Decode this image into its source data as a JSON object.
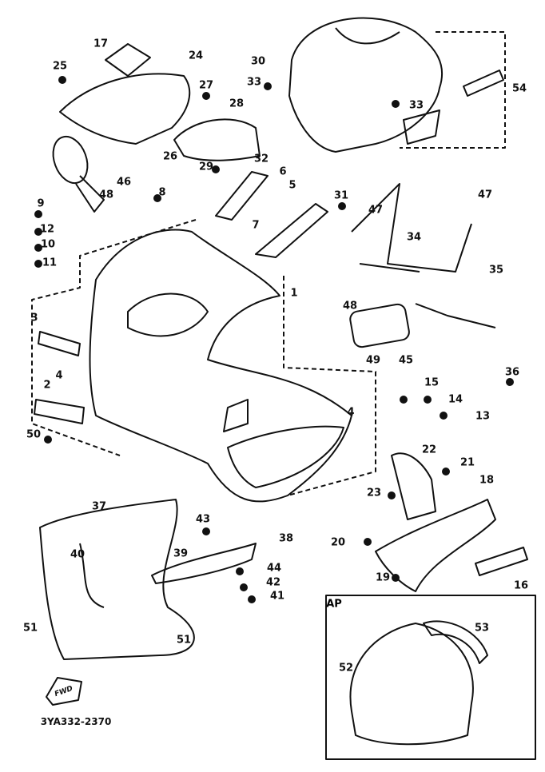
{
  "diagram": {
    "drawing_code": "3YA332-2370",
    "inset_label": "AP",
    "fwd_arrow_label": "FWD",
    "callouts": [
      "17",
      "24",
      "25",
      "27",
      "30",
      "33",
      "33",
      "54",
      "28",
      "46",
      "26",
      "32",
      "29",
      "6",
      "8",
      "9",
      "48",
      "5",
      "7",
      "47",
      "47",
      "31",
      "12",
      "10",
      "11",
      "34",
      "35",
      "1",
      "48",
      "3",
      "45",
      "49",
      "36",
      "15",
      "14",
      "13",
      "4",
      "2",
      "4",
      "50",
      "22",
      "21",
      "18",
      "23",
      "37",
      "43",
      "38",
      "20",
      "39",
      "40",
      "44",
      "42",
      "41",
      "19",
      "16",
      "51",
      "51",
      "53",
      "52"
    ]
  }
}
